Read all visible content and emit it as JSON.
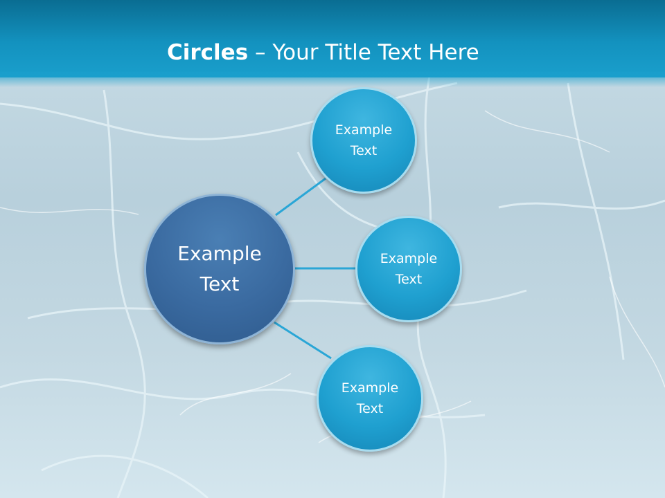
{
  "slide": {
    "title_bold": "Circles",
    "title_rest": " – Your Title Text Here"
  },
  "diagram": {
    "center": {
      "label": "Example\nText"
    },
    "nodes": [
      {
        "label": "Example\nText"
      },
      {
        "label": "Example\nText"
      },
      {
        "label": "Example\nText"
      }
    ]
  },
  "colors": {
    "header": "#1392bf",
    "center_fill": "#3a6aa0",
    "node_fill": "#1fa0d0",
    "connector": "#2aa6d6"
  }
}
